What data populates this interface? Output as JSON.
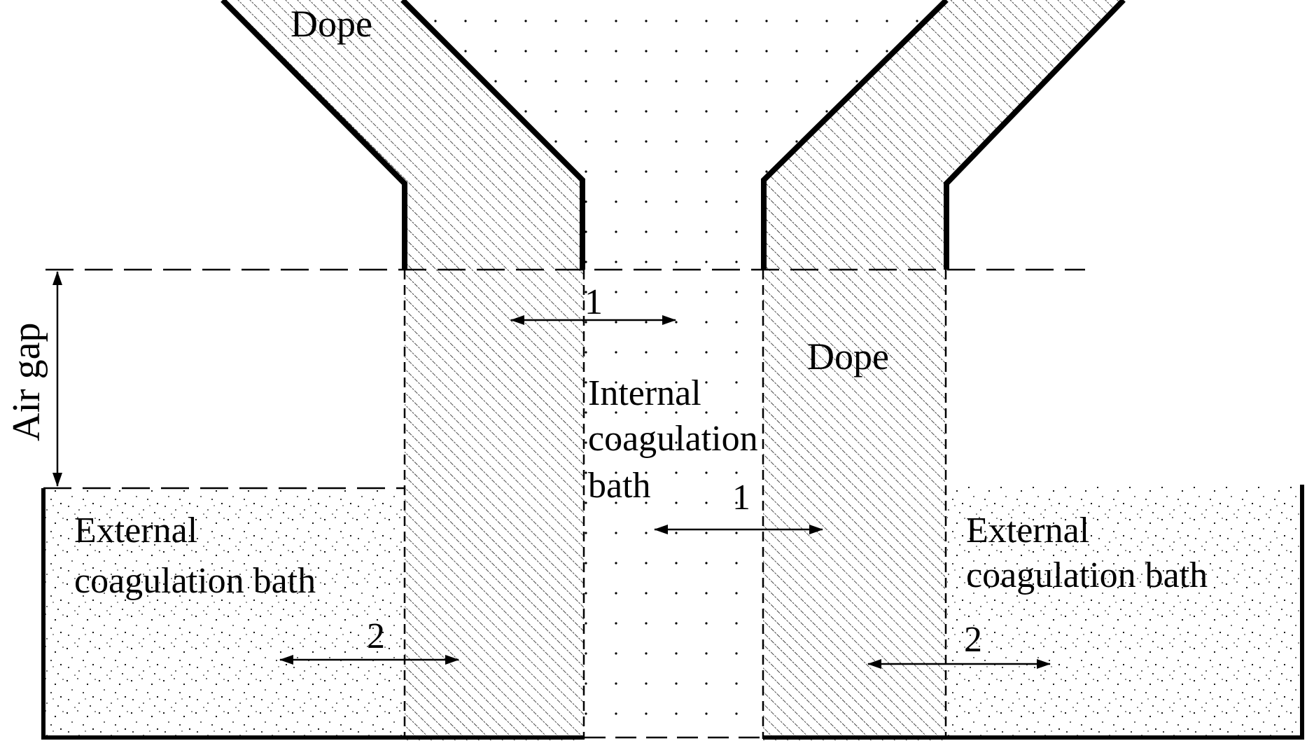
{
  "labels": {
    "dope_top": "Dope",
    "dope_mid": "Dope",
    "internal_line1": "Internal",
    "internal_line2": "coagulation",
    "internal_line3": "bath",
    "external_left_line1": "External",
    "external_left_line2": "coagulation bath",
    "external_right_line1": "External",
    "external_right_line2": "coagulation bath",
    "air_gap": "Air gap",
    "arrow_1_top": "1",
    "arrow_1_mid": "1",
    "arrow_2_left": "2",
    "arrow_2_right": "2"
  },
  "colors": {
    "ink": "#000000",
    "background": "#ffffff"
  }
}
